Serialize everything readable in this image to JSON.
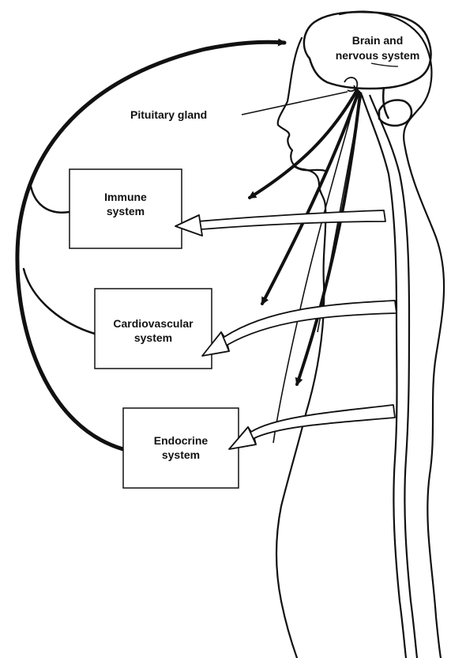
{
  "labels": {
    "brain_line1": "Brain and",
    "brain_line2": "nervous system",
    "pituitary": "Pituitary gland",
    "immune_line1": "Immune",
    "immune_line2": "system",
    "cardio_line1": "Cardiovascular",
    "cardio_line2": "system",
    "endocrine_line1": "Endocrine",
    "endocrine_line2": "system"
  },
  "colors": {
    "stroke": "#111111",
    "background": "#ffffff"
  }
}
